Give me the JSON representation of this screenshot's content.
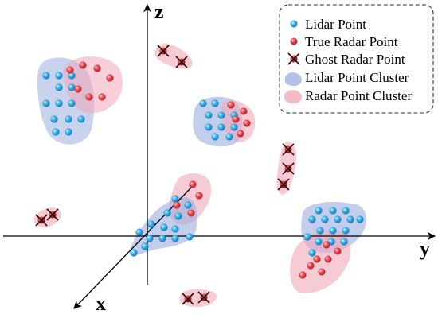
{
  "axes": {
    "z_label": "z",
    "y_label": "y",
    "x_label": "x"
  },
  "legend": {
    "lidar_point": "Lidar Point",
    "true_radar_point": "True Radar Point",
    "ghost_radar_point": "Ghost Radar Point",
    "lidar_cluster": "Lidar Point Cluster",
    "radar_cluster": "Radar Point Cluster"
  },
  "colors": {
    "lidar_fill": "#2aa6e8",
    "radar_fill": "#e8404a",
    "ghost_fill": "#9a2a2a",
    "lidar_cluster_fill": "#9aaede",
    "radar_cluster_fill": "#f2a8b8"
  }
}
